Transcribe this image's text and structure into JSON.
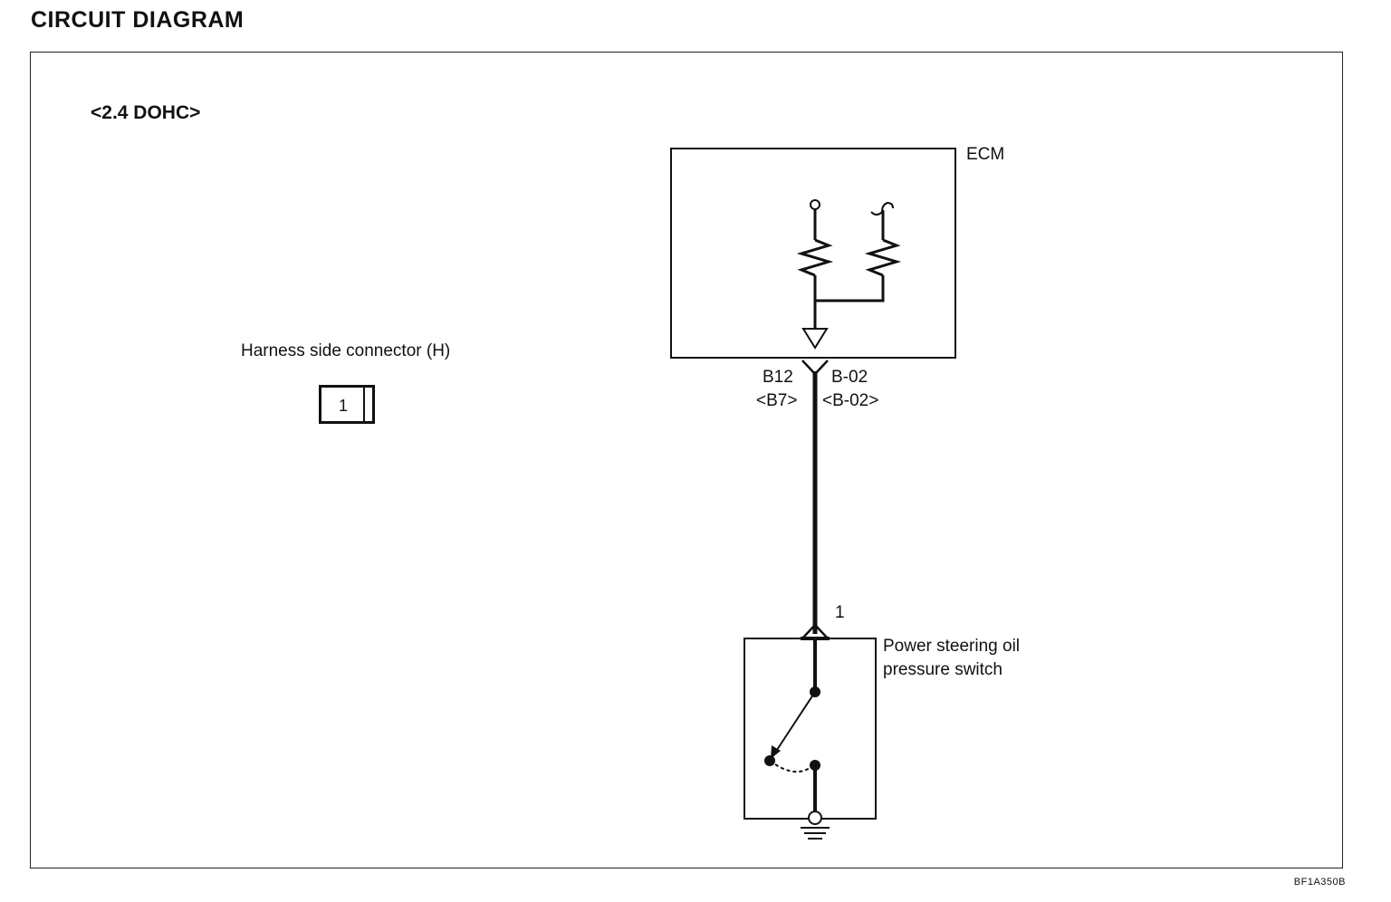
{
  "page": {
    "title": "CIRCUIT  DIAGRAM",
    "figure_code": "BF1A350B"
  },
  "variant": "<2.4 DOHC>",
  "harness_connector": {
    "label": "Harness side connector (H)",
    "pin": "1"
  },
  "ecm": {
    "label": "ECM"
  },
  "ecm_pin": {
    "left_top": "B12",
    "left_bottom": "<B7>",
    "right_top": "B-02",
    "right_bottom": "<B-02>"
  },
  "switch": {
    "pin": "1",
    "label_line1": "Power steering oil",
    "label_line2": "pressure switch"
  }
}
